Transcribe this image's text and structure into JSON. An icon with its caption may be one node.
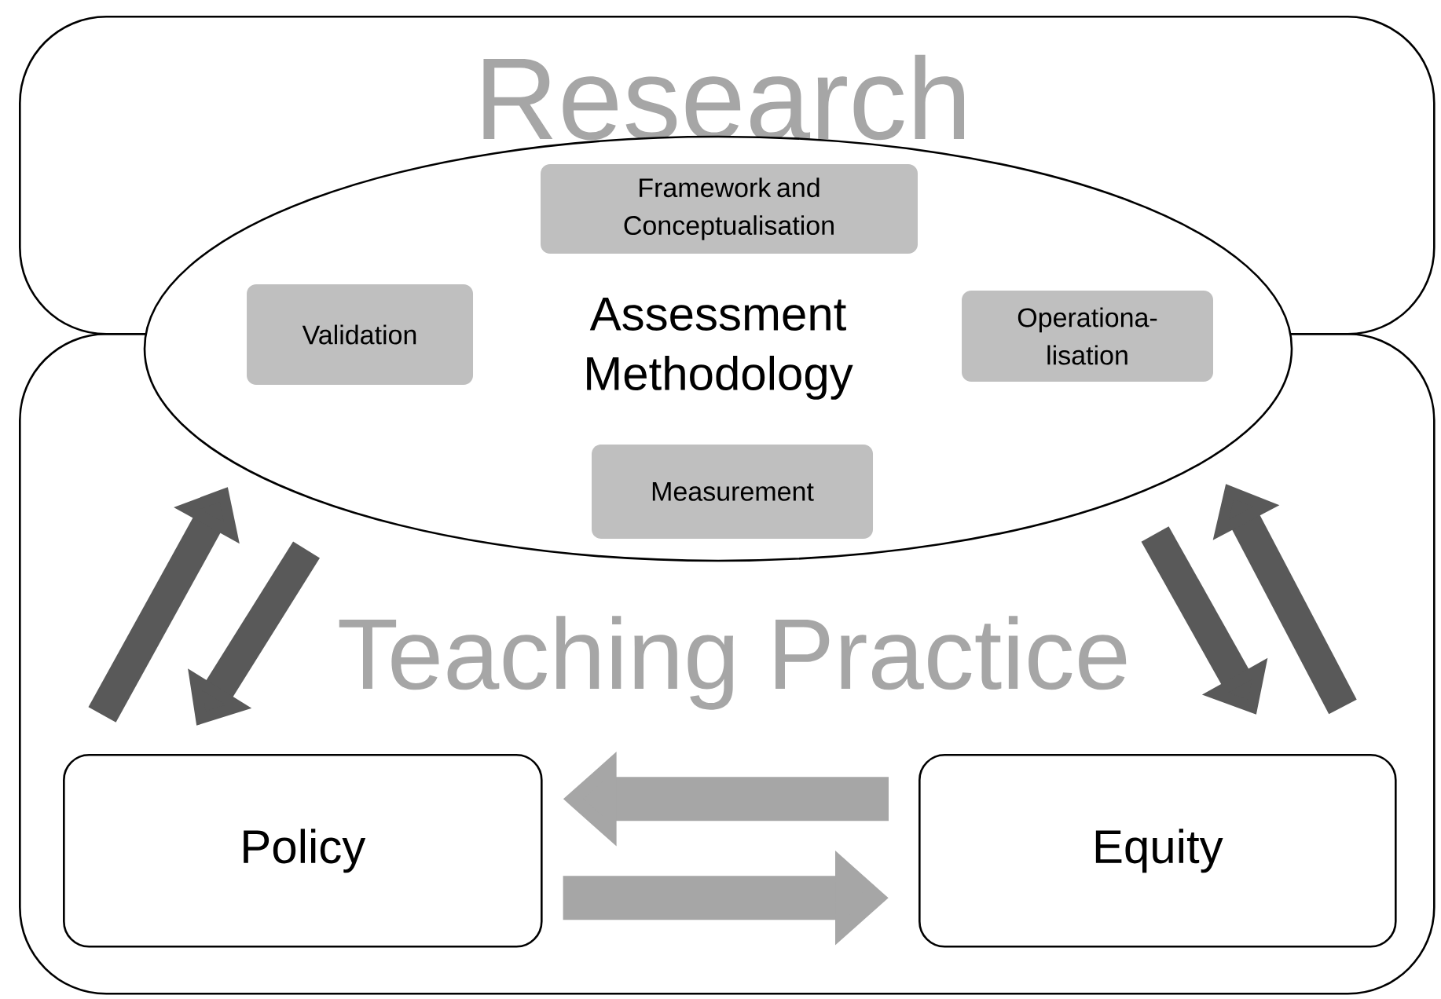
{
  "diagram": {
    "nodes": [
      {
        "text": [
          "Research"
        ]
      },
      {
        "text": [
          "Teaching Practice"
        ]
      },
      {
        "text": [
          "Assessment Methodology"
        ]
      },
      {
        "text": [
          "Framework and Conceptualisation"
        ]
      },
      {
        "text": [
          "Validation"
        ],
        "in": 2
      },
      {
        "text": [
          "Operationa- lisation"
        ],
        "in": 2
      },
      {
        "text": [
          "Measurement"
        ]
      },
      {
        "text": [
          "Policy"
        ],
        "in": 1
      },
      {
        "text": [
          "Equity"
        ],
        "in": 1
      }
    ],
    "edges": [
      {
        "from": 7,
        "to": 2,
        "arrow": "to"
      },
      {
        "from": 2,
        "to": 7,
        "arrow": "to"
      },
      {
        "from": 2,
        "to": 8,
        "arrow": "to"
      },
      {
        "from": 8,
        "to": 2,
        "arrow": "to"
      },
      {
        "from": 8,
        "to": 7,
        "arrow": "to",
        "color": "#a6a6a6"
      },
      {
        "from": 7,
        "to": 8,
        "arrow": "to",
        "color": "#a6a6a6"
      }
    ]
  }
}
